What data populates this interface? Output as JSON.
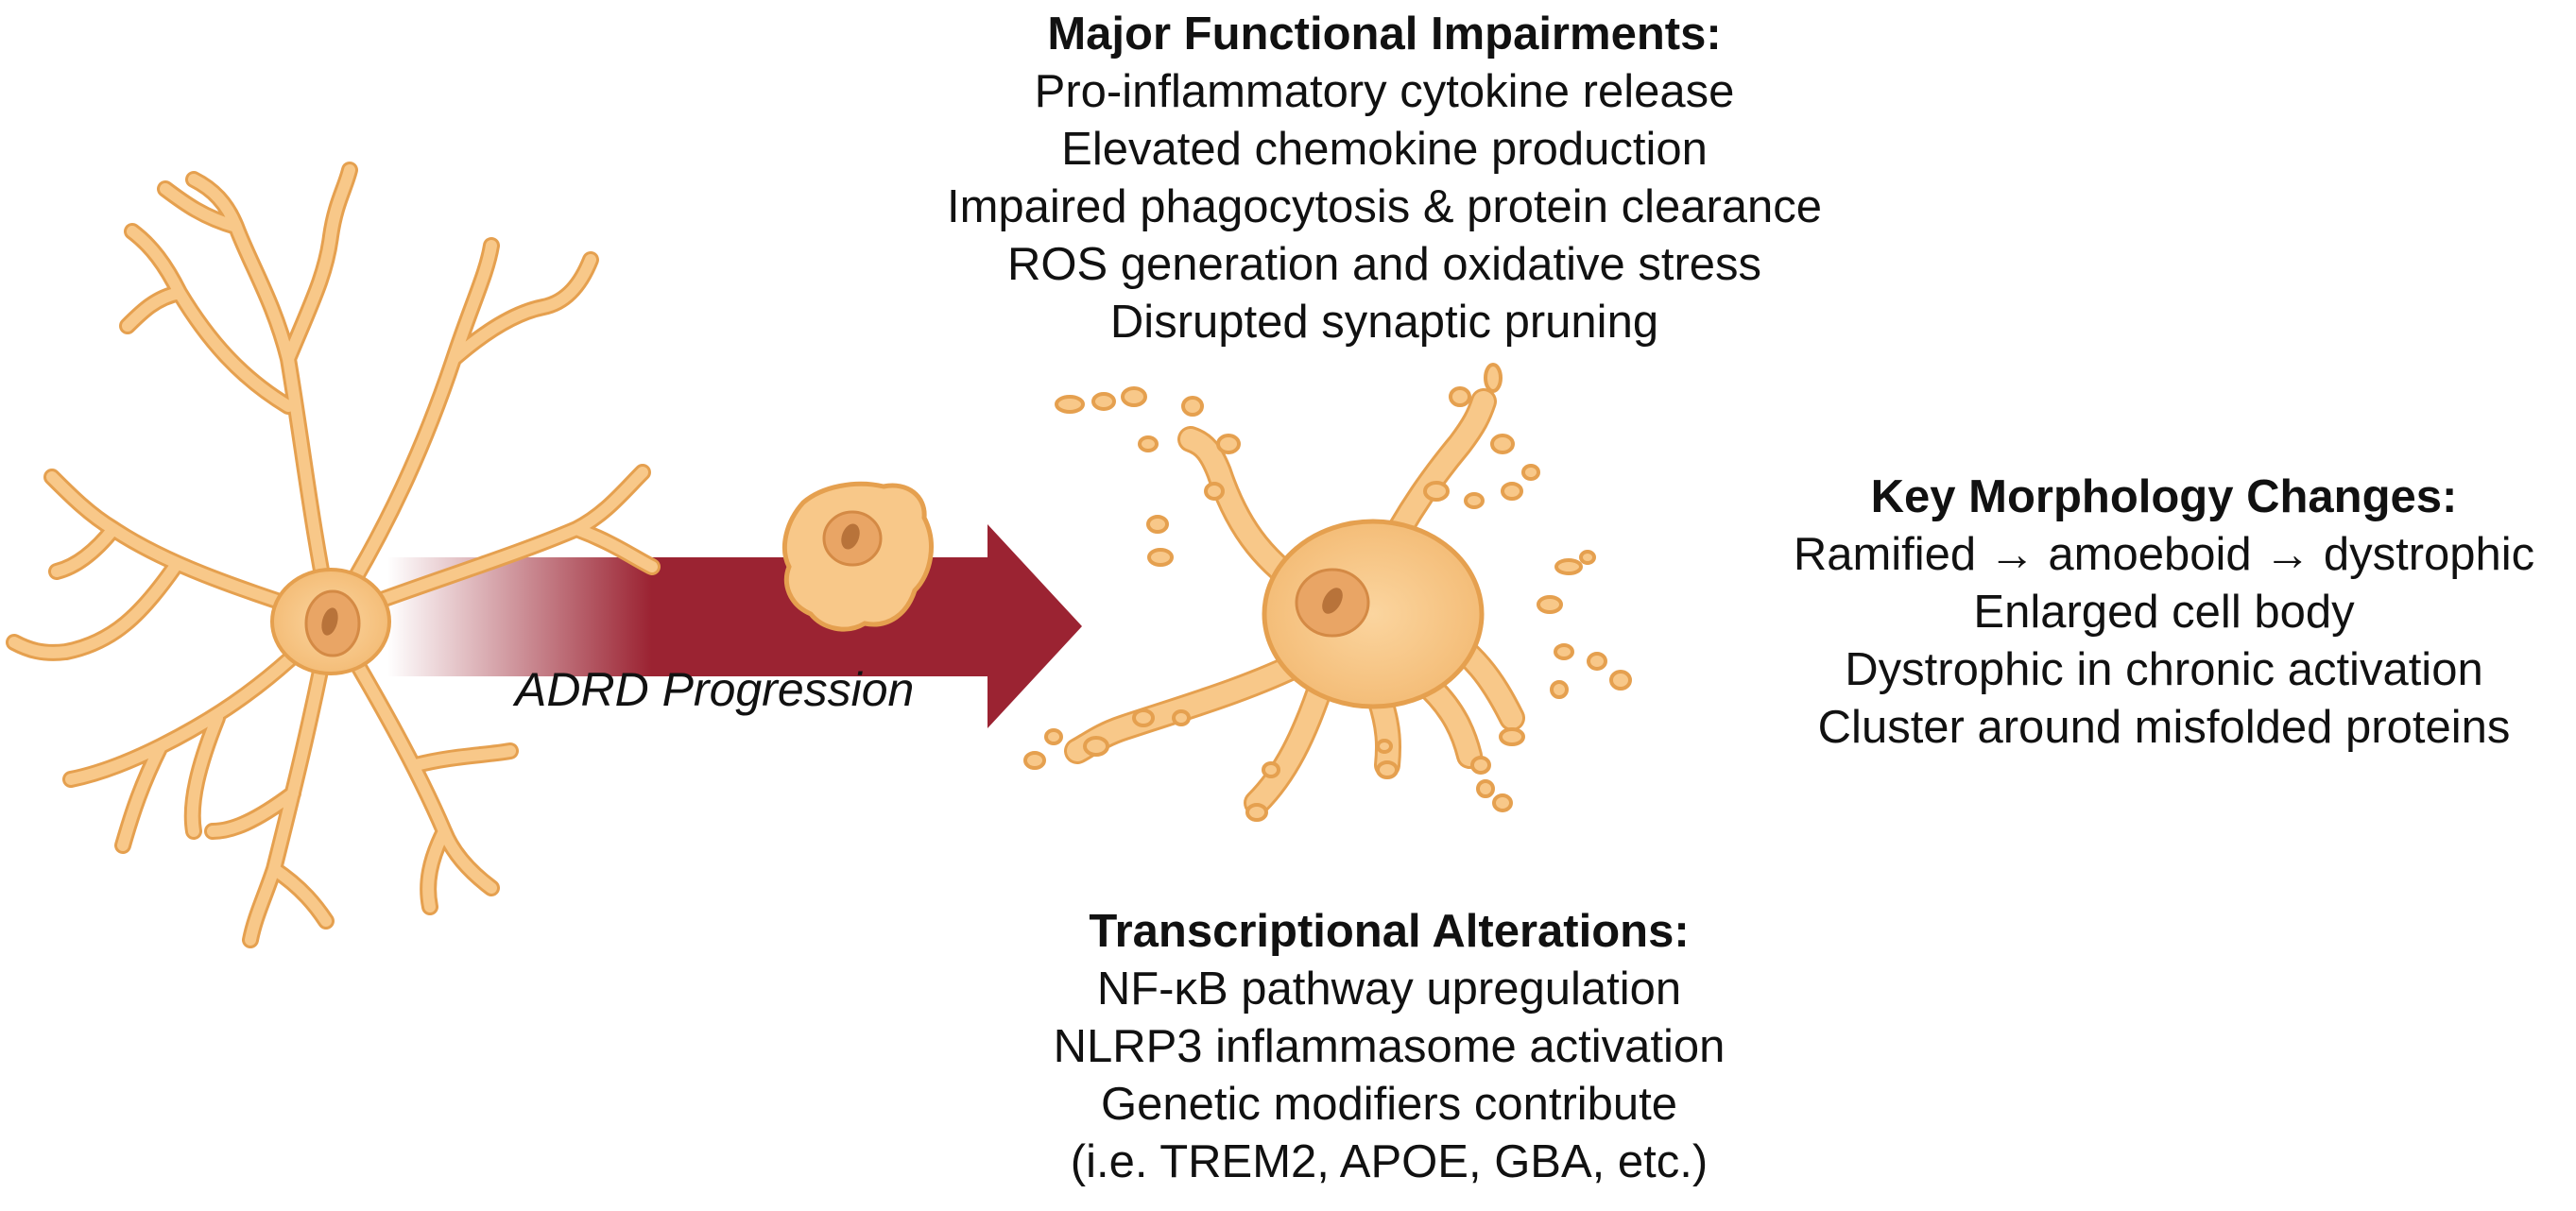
{
  "arrow": {
    "label": "ADRD Progression",
    "color": "#9b2332"
  },
  "cells": {
    "fill": "#f8c889",
    "outline": "#e5a04f",
    "nucleus": "#e9a565",
    "nucleolus": "#b8733a"
  },
  "impairments": {
    "heading": "Major Functional Impairments:",
    "items": [
      "Pro-inflammatory cytokine release",
      "Elevated chemokine production",
      "Impaired phagocytosis & protein clearance",
      "ROS generation and oxidative stress",
      "Disrupted synaptic pruning"
    ]
  },
  "morphology": {
    "heading": "Key Morphology Changes:",
    "items": [
      "Ramified → amoeboid → dystrophic",
      "Enlarged cell body",
      "Dystrophic in chronic activation",
      "Cluster around misfolded proteins"
    ]
  },
  "transcription": {
    "heading": "Transcriptional Alterations:",
    "items": [
      "NF-κB pathway upregulation",
      "NLRP3 inflammasome activation",
      "Genetic modifiers contribute",
      "(i.e. TREM2, APOE, GBA, etc.)"
    ]
  }
}
